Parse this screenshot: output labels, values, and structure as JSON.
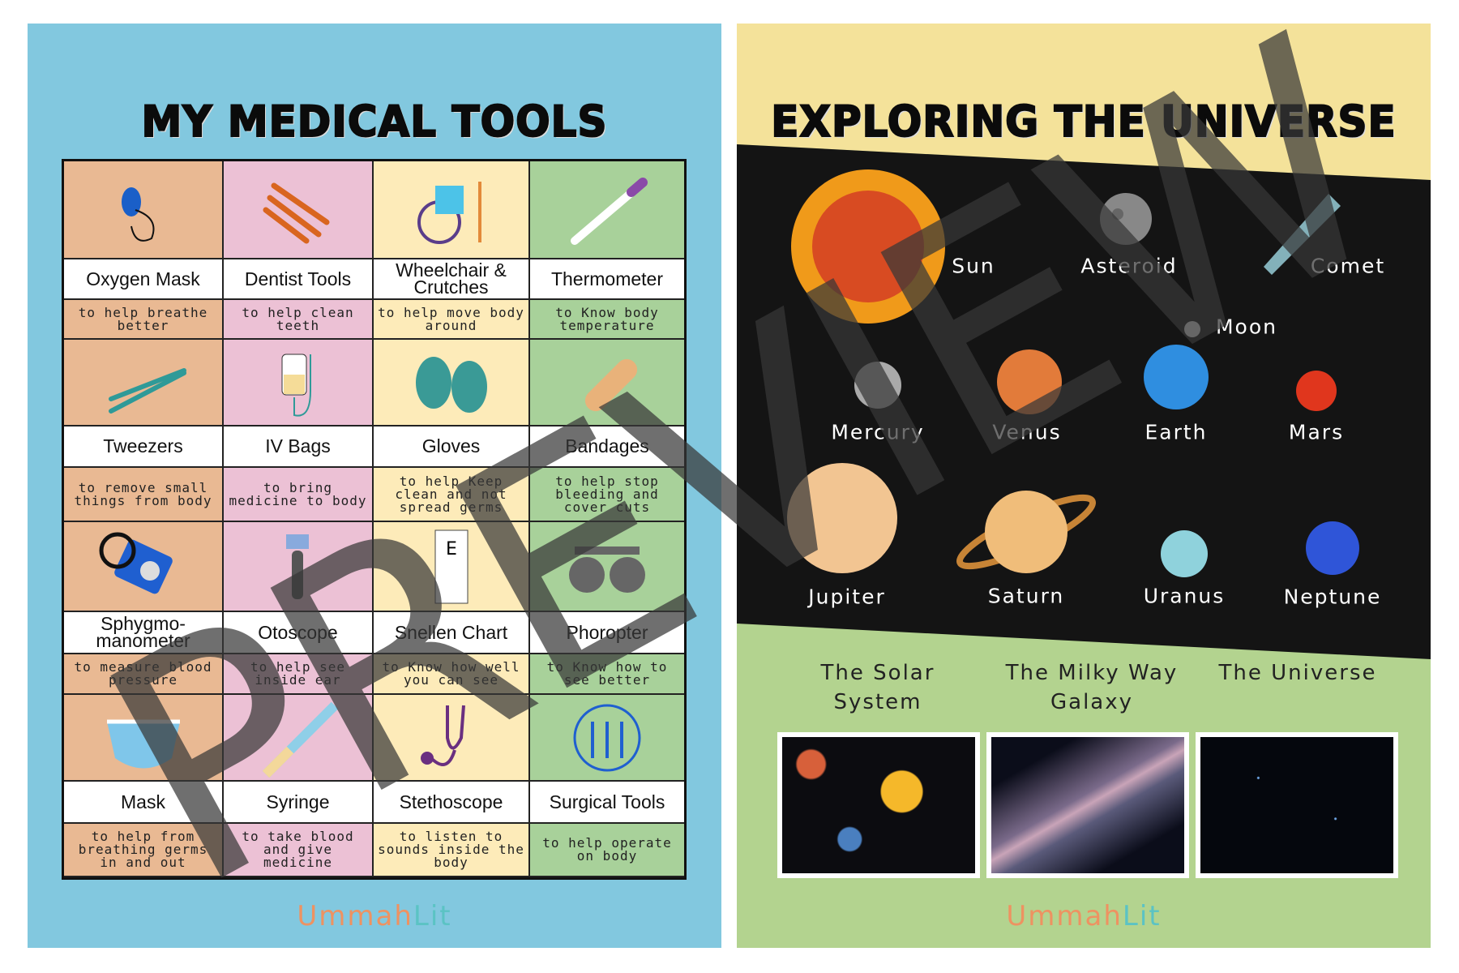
{
  "left_poster": {
    "title": "MY MEDICAL TOOLS",
    "column_colors": [
      "#e9b993",
      "#ecc1d5",
      "#fdebb9",
      "#a8d19a"
    ],
    "tools": [
      {
        "name": "Oxygen Mask",
        "description": "to help breathe better",
        "icon": "oxygen-mask-icon"
      },
      {
        "name": "Dentist Tools",
        "description": "to help clean teeth",
        "icon": "dentist-tools-icon"
      },
      {
        "name": "Wheelchair & Crutches",
        "description": "to help move body around",
        "icon": "wheelchair-icon"
      },
      {
        "name": "Thermometer",
        "description": "to Know body temperature",
        "icon": "thermometer-icon"
      },
      {
        "name": "Tweezers",
        "description": "to remove small things from body",
        "icon": "tweezers-icon"
      },
      {
        "name": "IV Bags",
        "description": "to bring medicine to body",
        "icon": "iv-bag-icon"
      },
      {
        "name": "Gloves",
        "description": "to help Keep clean and not spread germs",
        "icon": "gloves-icon"
      },
      {
        "name": "Bandages",
        "description": "to help stop bleeding and cover cuts",
        "icon": "bandage-icon"
      },
      {
        "name": "Sphygmo-manometer",
        "description": "to measure blood pressure",
        "icon": "blood-pressure-cuff-icon"
      },
      {
        "name": "Otoscope",
        "description": "to help see inside ear",
        "icon": "otoscope-icon"
      },
      {
        "name": "Snellen Chart",
        "description": "to Know how well you can see",
        "icon": "eye-chart-icon"
      },
      {
        "name": "Phoropter",
        "description": "to Know how to see better",
        "icon": "phoropter-icon"
      },
      {
        "name": "Mask",
        "description": "to help from breathing germs in and out",
        "icon": "face-mask-icon"
      },
      {
        "name": "Syringe",
        "description": "to take blood and give medicine",
        "icon": "syringe-icon"
      },
      {
        "name": "Stethoscope",
        "description": "to listen to sounds inside the body",
        "icon": "stethoscope-icon"
      },
      {
        "name": "Surgical Tools",
        "description": "to help operate on body",
        "icon": "surgical-tools-icon"
      }
    ],
    "logo": {
      "part1": "Ummah",
      "part2": "Lit"
    }
  },
  "right_poster": {
    "title": "EXPLORING THE UNIVERSE",
    "bodies": [
      {
        "label": "Sun",
        "icon": "sun-icon"
      },
      {
        "label": "Asteroid",
        "icon": "asteroid-icon"
      },
      {
        "label": "Comet",
        "icon": "comet-icon"
      },
      {
        "label": "Moon",
        "icon": "moon-icon"
      },
      {
        "label": "Mercury",
        "icon": "mercury-icon"
      },
      {
        "label": "Venus",
        "icon": "venus-icon"
      },
      {
        "label": "Earth",
        "icon": "earth-icon"
      },
      {
        "label": "Mars",
        "icon": "mars-icon"
      },
      {
        "label": "Jupiter",
        "icon": "jupiter-icon"
      },
      {
        "label": "Saturn",
        "icon": "saturn-icon"
      },
      {
        "label": "Uranus",
        "icon": "uranus-icon"
      },
      {
        "label": "Neptune",
        "icon": "neptune-icon"
      }
    ],
    "scales": [
      {
        "title": "The Solar System"
      },
      {
        "title": "The Milky Way Galaxy"
      },
      {
        "title": "The Universe"
      }
    ],
    "logo": {
      "part1": "Ummah",
      "part2": "Lit"
    }
  },
  "watermark": "PREVIEW"
}
